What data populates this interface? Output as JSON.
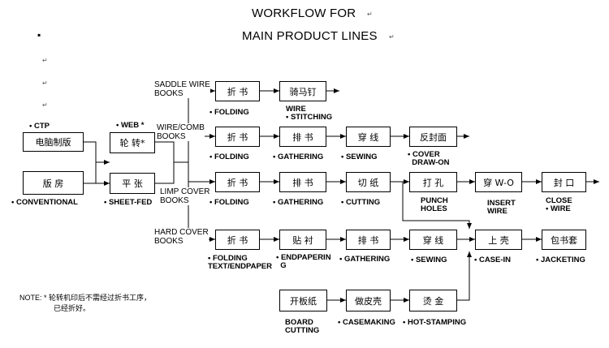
{
  "title": {
    "line1": "WORKFLOW FOR",
    "line2": "MAIN PRODUCT LINES"
  },
  "categories": {
    "saddle_wire": "SADDLE WIRE\nBOOKS",
    "wire_comb": "WIRE/COMB\nBOOKS",
    "limp_cover": "LIMP COVER\nBOOKS",
    "hard_cover": "HARD COVER\nBOOKS"
  },
  "boxes": {
    "ctp": "电脑制版",
    "conventional": "版 房",
    "web": "轮 转*",
    "sheet_fed": "平 张",
    "fold_saddle": "折 书",
    "stitch": "骑马钉",
    "fold_wire": "折 书",
    "gather_wire": "排 书",
    "sew_wire": "穿 线",
    "cover_wire": "反封面",
    "fold_limp": "折 书",
    "gather_limp": "排 书",
    "cut_limp": "切 纸",
    "punch": "打 孔",
    "insert_wire": "穿 W-O",
    "close_wire": "封 口",
    "fold_hard": "折 书",
    "endpaper": "贴 衬",
    "gather_hard": "排 书",
    "sew_hard": "穿 线",
    "case_in": "上 壳",
    "jacket": "包书套",
    "board_cut": "开板纸",
    "casemaking": "做皮壳",
    "hot_stamp": "烫 金"
  },
  "labels": {
    "ctp": "• CTP",
    "conventional": "• CONVENTIONAL",
    "web": "• WEB *",
    "sheet_fed": "• SHEET-FED",
    "fold_saddle": "• FOLDING",
    "stitch": "WIRE\n• STITCHING",
    "fold_wire": "• FOLDING",
    "gather_wire": "• GATHERING",
    "sew_wire": "• SEWING",
    "cover_wire": "• COVER\n  DRAW-ON",
    "fold_limp": "• FOLDING",
    "gather_limp": "• GATHERING",
    "cut_limp": "• CUTTING",
    "punch": "PUNCH\nHOLES",
    "insert_wire": "INSERT\nWIRE",
    "close_wire": "CLOSE\n• WIRE",
    "fold_hard": "• FOLDING\nTEXT/ENDPAPER",
    "endpaper": "• ENDPAPERIN\n  G",
    "gather_hard": "• GATHERING",
    "sew_hard": "• SEWING",
    "case_in": "• CASE-IN",
    "jacket": "• JACKETING",
    "board_cut": "BOARD\nCUTTING",
    "casemaking": "• CASEMAKING",
    "hot_stamp": "• HOT-STAMPING"
  },
  "note": {
    "line1": "NOTE: * 轮转机印后不需经过折书工序，",
    "line2": "已经折好。"
  }
}
